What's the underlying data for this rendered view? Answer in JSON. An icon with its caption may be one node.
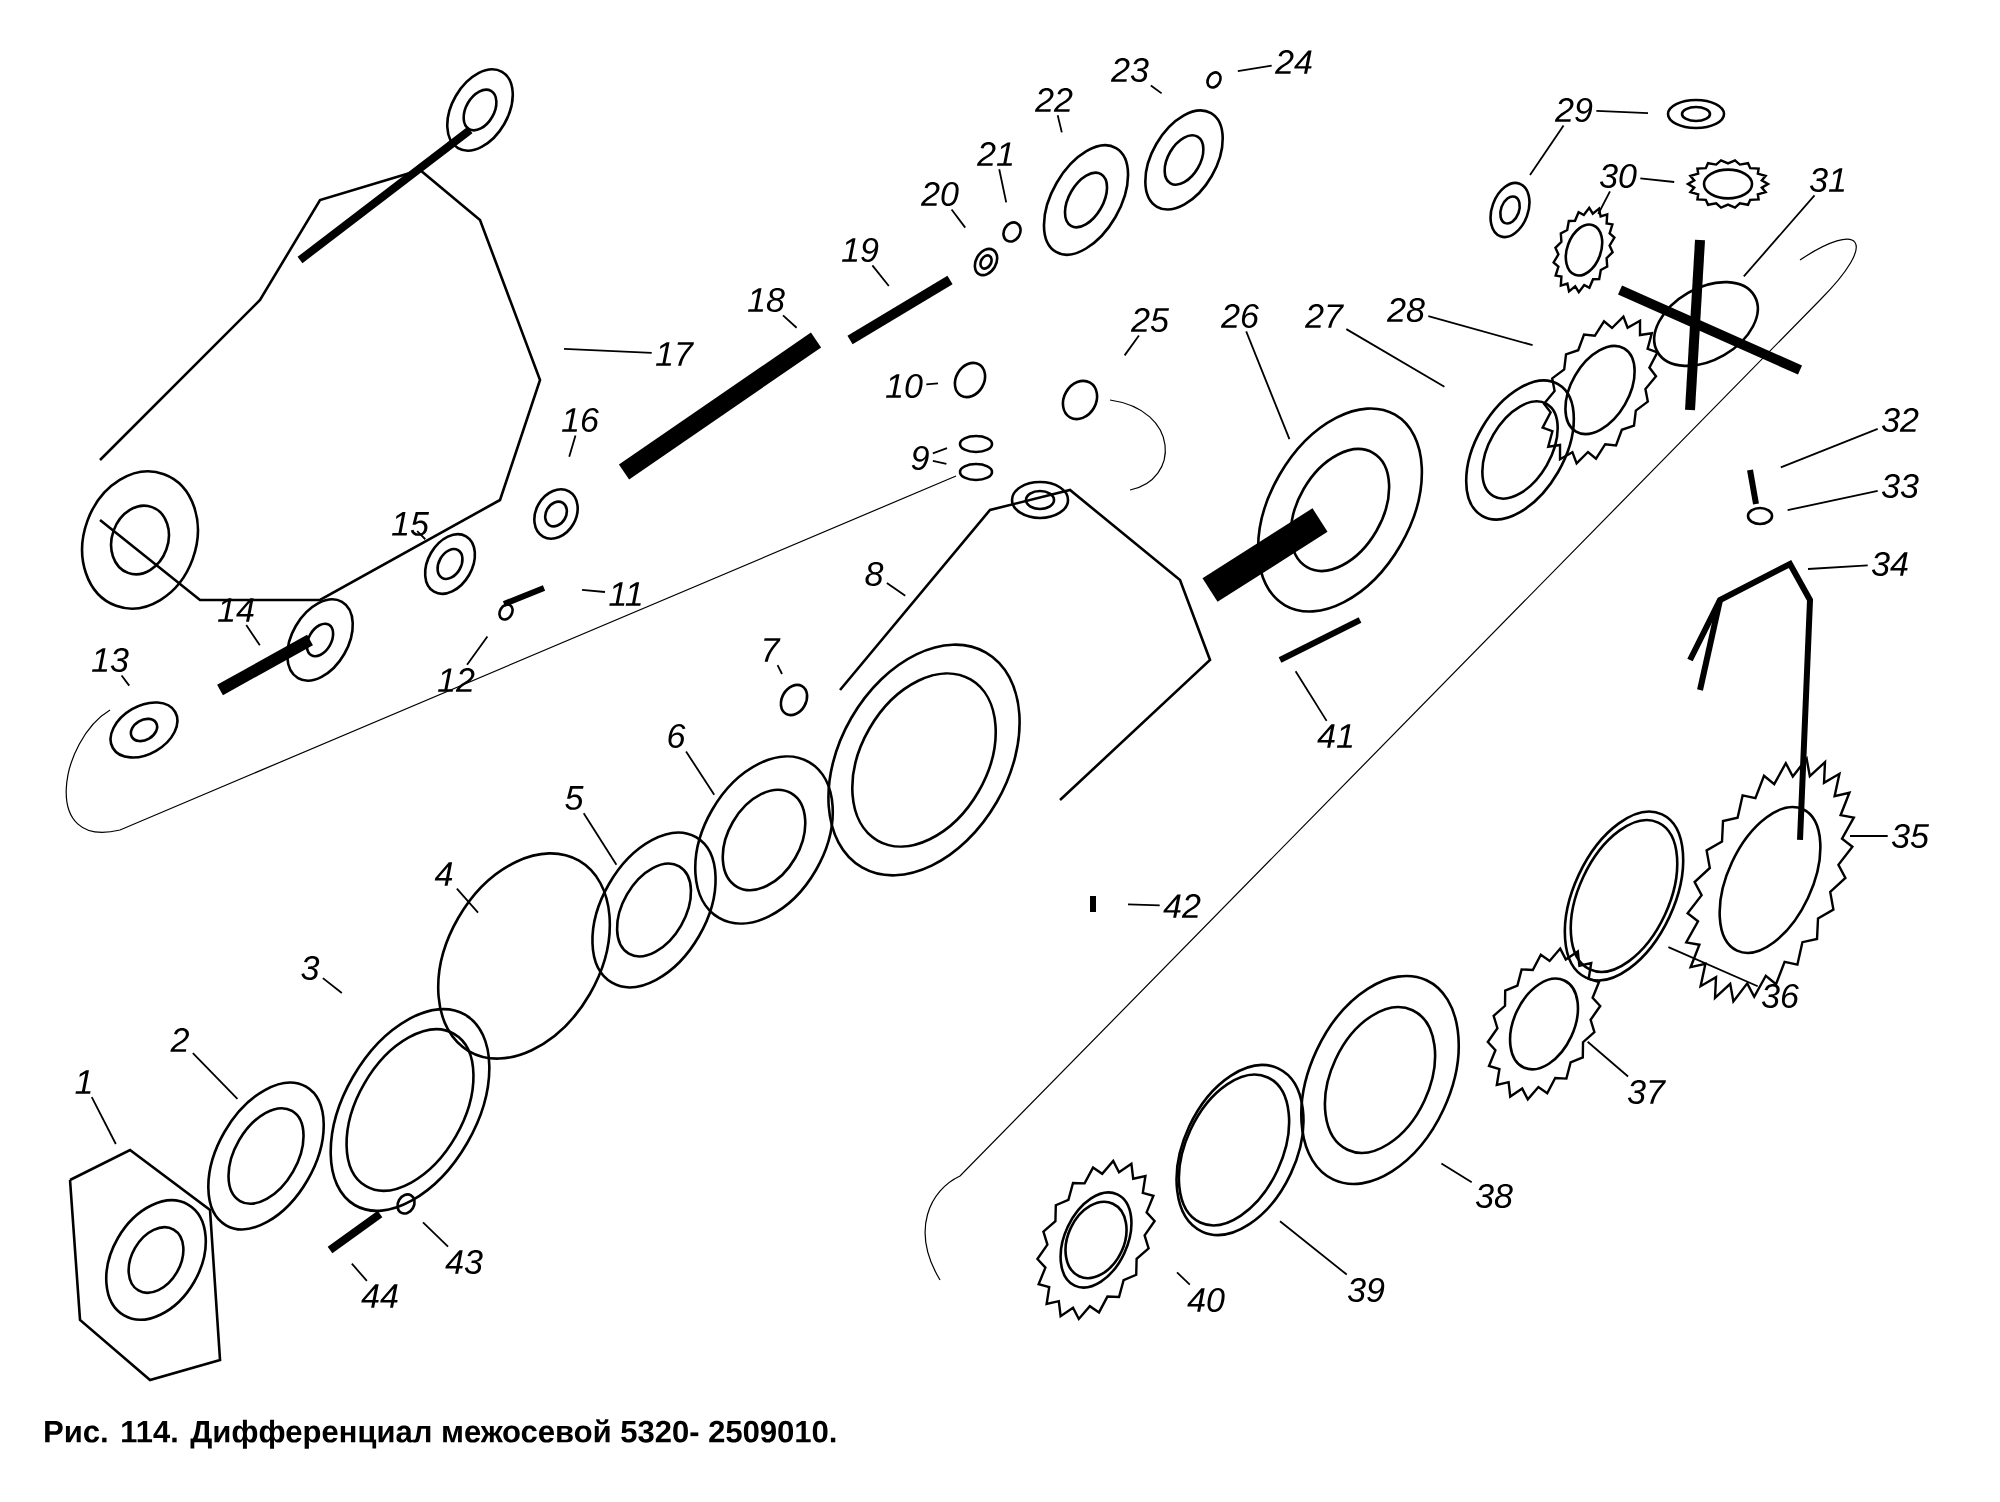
{
  "diagram": {
    "caption": "Рис. 114. Дифференциал межосевой 5320- 2509010.",
    "nodes": [
      {
        "text": [
          "1"
        ]
      },
      {
        "text": [
          "2"
        ]
      },
      {
        "text": [
          "3"
        ]
      },
      {
        "text": [
          "4"
        ]
      },
      {
        "text": [
          "5"
        ]
      },
      {
        "text": [
          "6"
        ]
      },
      {
        "text": [
          "7"
        ]
      },
      {
        "text": [
          "8"
        ]
      },
      {
        "text": [
          "9"
        ]
      },
      {
        "text": [
          "10"
        ]
      },
      {
        "text": [
          "11"
        ]
      },
      {
        "text": [
          "12"
        ]
      },
      {
        "text": [
          "13"
        ]
      },
      {
        "text": [
          "14"
        ]
      },
      {
        "text": [
          "15"
        ]
      },
      {
        "text": [
          "16"
        ]
      },
      {
        "text": [
          "17"
        ]
      },
      {
        "text": [
          "18"
        ]
      },
      {
        "text": [
          "19"
        ]
      },
      {
        "text": [
          "20"
        ]
      },
      {
        "text": [
          "21"
        ]
      },
      {
        "text": [
          "22"
        ]
      },
      {
        "text": [
          "23"
        ]
      },
      {
        "text": [
          "24"
        ]
      },
      {
        "text": [
          "25"
        ]
      },
      {
        "text": [
          "26"
        ]
      },
      {
        "text": [
          "27"
        ]
      },
      {
        "text": [
          "28"
        ]
      },
      {
        "text": [
          "29"
        ]
      },
      {
        "text": [
          "30"
        ]
      },
      {
        "text": [
          "31"
        ]
      },
      {
        "text": [
          "32"
        ]
      },
      {
        "text": [
          "33"
        ]
      },
      {
        "text": [
          "34"
        ]
      },
      {
        "text": [
          "35"
        ]
      },
      {
        "text": [
          "36"
        ]
      },
      {
        "text": [
          "37"
        ]
      },
      {
        "text": [
          "38"
        ]
      },
      {
        "text": [
          "39"
        ]
      },
      {
        "text": [
          "40"
        ]
      },
      {
        "text": [
          "41"
        ]
      },
      {
        "text": [
          "42"
        ]
      },
      {
        "text": [
          "43"
        ]
      },
      {
        "text": [
          "44"
        ]
      }
    ],
    "edges": [
      {
        "from": 0,
        "to": null,
        "arrow": "none"
      },
      {
        "from": 1,
        "to": null,
        "arrow": "none"
      },
      {
        "from": 2,
        "to": null,
        "arrow": "none"
      },
      {
        "from": 3,
        "to": null,
        "arrow": "none"
      },
      {
        "from": 4,
        "to": null,
        "arrow": "none"
      },
      {
        "from": 5,
        "to": null,
        "arrow": "none"
      },
      {
        "from": 6,
        "to": null,
        "arrow": "none"
      },
      {
        "from": 7,
        "to": null,
        "arrow": "none"
      },
      {
        "from": 8,
        "to": null,
        "arrow": "none"
      },
      {
        "from": 8,
        "to": null,
        "arrow": "none"
      },
      {
        "from": 9,
        "to": null,
        "arrow": "none"
      },
      {
        "from": 10,
        "to": null,
        "arrow": "none"
      },
      {
        "from": 11,
        "to": null,
        "arrow": "none"
      },
      {
        "from": 12,
        "to": null,
        "arrow": "none"
      },
      {
        "from": 13,
        "to": null,
        "arrow": "none"
      },
      {
        "from": 14,
        "to": null,
        "arrow": "none"
      },
      {
        "from": 15,
        "to": null,
        "arrow": "none"
      },
      {
        "from": 16,
        "to": null,
        "arrow": "none"
      },
      {
        "from": 17,
        "to": null,
        "arrow": "none"
      },
      {
        "from": 18,
        "to": null,
        "arrow": "none"
      },
      {
        "from": 19,
        "to": null,
        "arrow": "none"
      },
      {
        "from": 20,
        "to": null,
        "arrow": "none"
      },
      {
        "from": 21,
        "to": null,
        "arrow": "none"
      },
      {
        "from": 22,
        "to": null,
        "arrow": "none"
      },
      {
        "from": 23,
        "to": null,
        "arrow": "none"
      },
      {
        "from": 24,
        "to": null,
        "arrow": "none"
      },
      {
        "from": 25,
        "to": null,
        "arrow": "none"
      },
      {
        "from": 26,
        "to": null,
        "arrow": "none"
      },
      {
        "from": 27,
        "to": null,
        "arrow": "none"
      },
      {
        "from": 28,
        "to": null,
        "arrow": "none"
      },
      {
        "from": 28,
        "to": null,
        "arrow": "none"
      },
      {
        "from": 29,
        "to": null,
        "arrow": "none"
      },
      {
        "from": 29,
        "to": null,
        "arrow": "none"
      },
      {
        "from": 30,
        "to": null,
        "arrow": "none"
      },
      {
        "from": 31,
        "to": null,
        "arrow": "none"
      },
      {
        "from": 32,
        "to": null,
        "arrow": "none"
      },
      {
        "from": 33,
        "to": null,
        "arrow": "none"
      },
      {
        "from": 34,
        "to": null,
        "arrow": "none"
      },
      {
        "from": 35,
        "to": null,
        "arrow": "none"
      },
      {
        "from": 36,
        "to": null,
        "arrow": "none"
      },
      {
        "from": 37,
        "to": null,
        "arrow": "none"
      },
      {
        "from": 38,
        "to": null,
        "arrow": "none"
      },
      {
        "from": 39,
        "to": null,
        "arrow": "none"
      },
      {
        "from": 40,
        "to": null,
        "arrow": "none"
      },
      {
        "from": 41,
        "to": null,
        "arrow": "none"
      },
      {
        "from": 42,
        "to": null,
        "arrow": "none"
      },
      {
        "from": 43,
        "to": null,
        "arrow": "none"
      }
    ]
  }
}
